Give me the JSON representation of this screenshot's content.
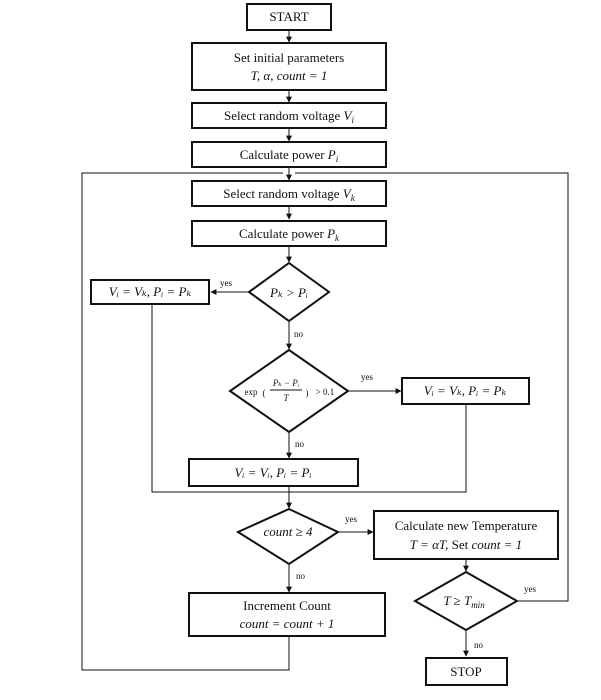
{
  "start": "START",
  "set_params": {
    "line1": "Set initial parameters",
    "line2": "T, α, count = 1"
  },
  "select_vi": {
    "label": "Select random voltage ",
    "var": "V",
    "sub": "i"
  },
  "calc_pi": {
    "label": "Calculate power ",
    "var": "P",
    "sub": "i"
  },
  "select_vk": {
    "label": "Select random voltage ",
    "var": "V",
    "sub": "k"
  },
  "calc_pk": {
    "label": "Calculate power ",
    "var": "P",
    "sub": "k"
  },
  "decision_pk_pi": "Pₖ > Pᵢ",
  "assign_left": "Vᵢ = Vₖ, Pᵢ = Pₖ",
  "decision_exp": {
    "prefix": "exp",
    "numerator": "Pₖ − Pᵢ",
    "denominator": "T",
    "suffix": "> 0.1"
  },
  "assign_right": "Vᵢ = Vₖ, Pᵢ = Pₖ",
  "assign_keep": "Vᵢ = Vᵢ, Pᵢ = Pᵢ",
  "decision_count": "count ≥ 4",
  "new_temp": {
    "line1": "Calculate new Temperature",
    "line2_math_a": "T = αT,",
    "line2_text": " Set ",
    "line2_math_b": "count = 1"
  },
  "increment": {
    "line1": "Increment Count",
    "line2": "count = count + 1"
  },
  "decision_tmin": {
    "lhs": "T ≥ T",
    "sub": "min"
  },
  "stop": "STOP",
  "labels": {
    "yes": "yes",
    "no": "no"
  }
}
